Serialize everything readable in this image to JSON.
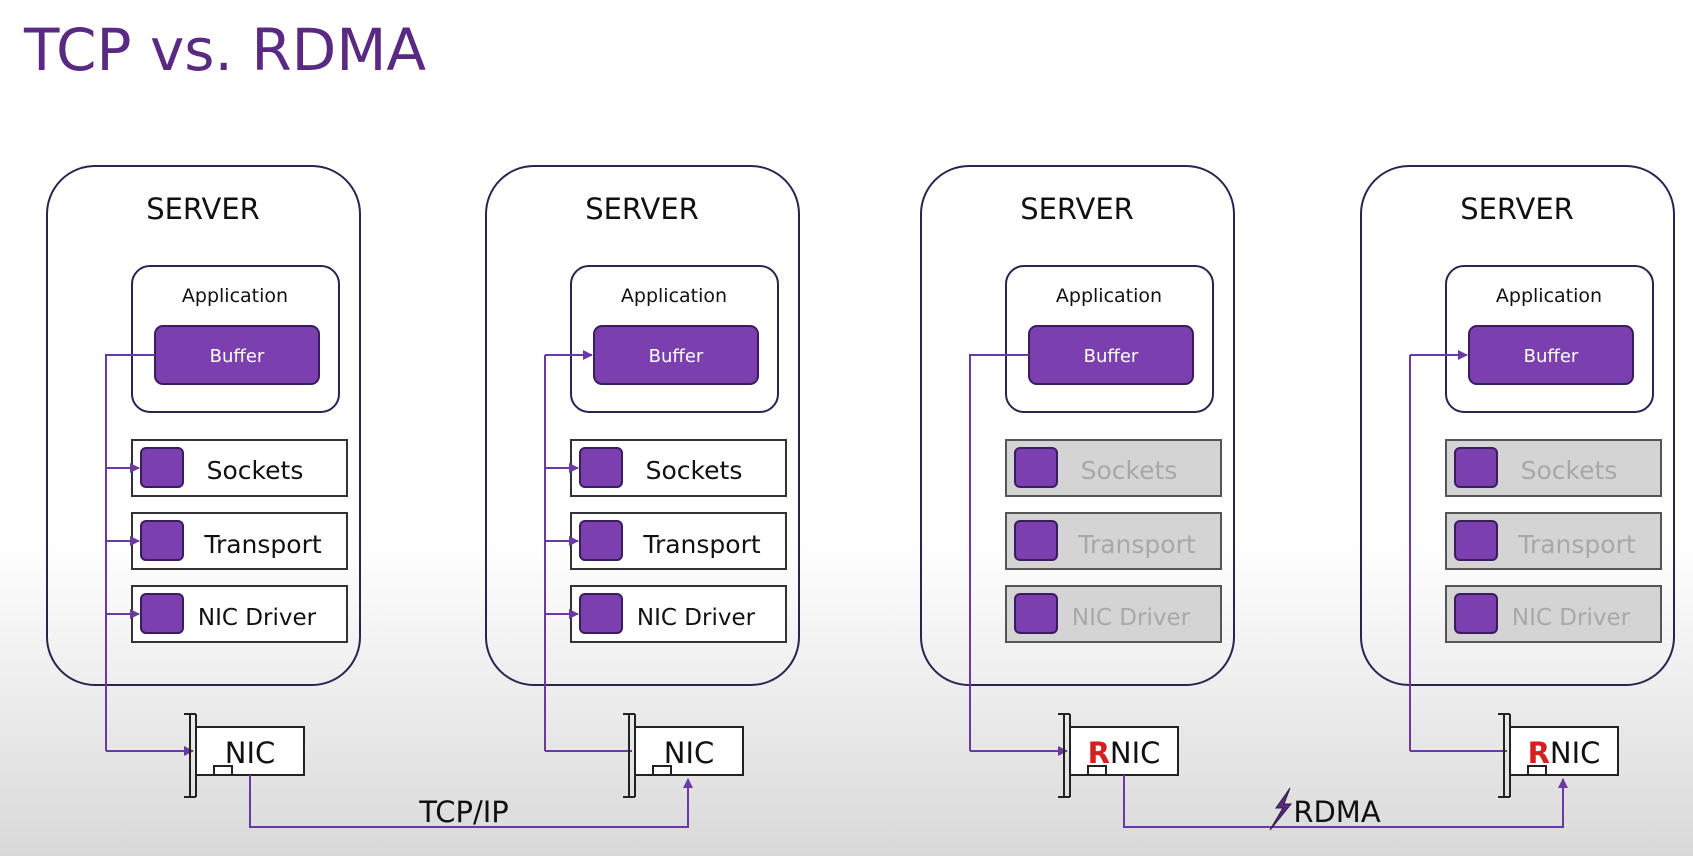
{
  "title": "TCP vs. RDMA",
  "servers": [
    {
      "label": "SERVER",
      "app": "Application",
      "buffer": "Buffer",
      "layers": [
        "Sockets",
        "Transport",
        "NIC Driver"
      ],
      "nic_prefix": "",
      "nic_suffix": "NIC"
    },
    {
      "label": "SERVER",
      "app": "Application",
      "buffer": "Buffer",
      "layers": [
        "Sockets",
        "Transport",
        "NIC Driver"
      ],
      "nic_prefix": "",
      "nic_suffix": "NIC"
    },
    {
      "label": "SERVER",
      "app": "Application",
      "buffer": "Buffer",
      "layers": [
        "Sockets",
        "Transport",
        "NIC Driver"
      ],
      "nic_prefix": "R",
      "nic_suffix": "NIC"
    },
    {
      "label": "SERVER",
      "app": "Application",
      "buffer": "Buffer",
      "layers": [
        "Sockets",
        "Transport",
        "NIC Driver"
      ],
      "nic_prefix": "R",
      "nic_suffix": "NIC"
    }
  ],
  "links": {
    "tcp": "TCP/IP",
    "rdma": "RDMA"
  },
  "colors": {
    "title": "#5a2a82",
    "buffer": "#7b3fb0",
    "flow": "#6a3aa0",
    "bypassed_layer": "#d4d4d4",
    "rnic_r": "#d42020"
  }
}
